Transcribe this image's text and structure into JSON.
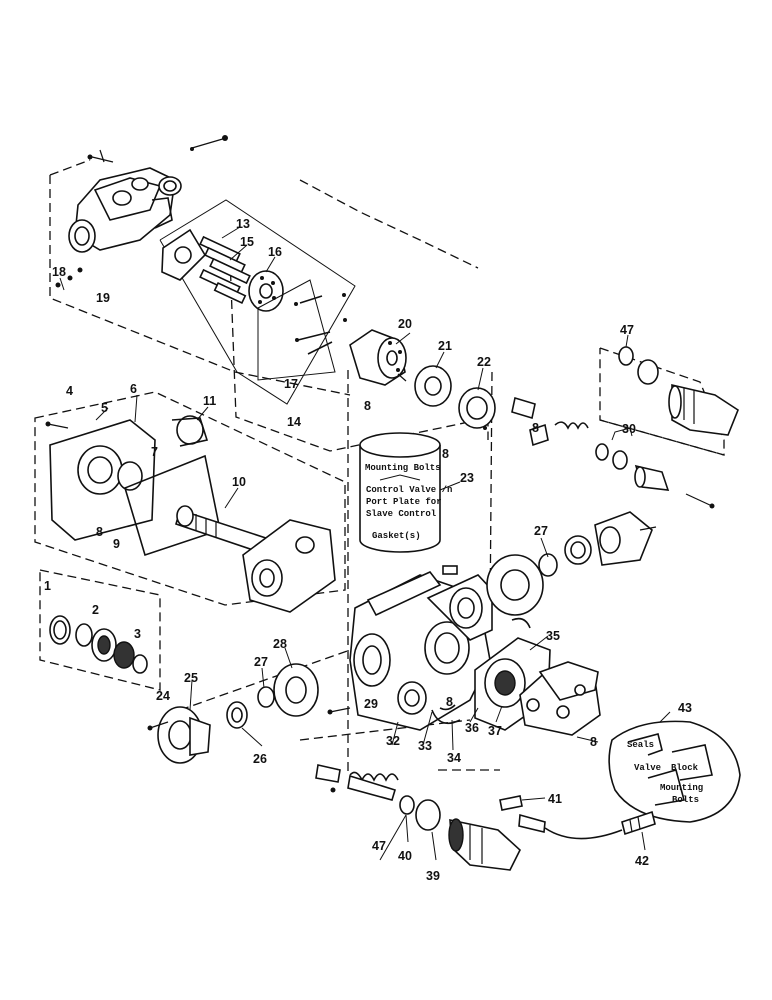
{
  "callouts": {
    "c1": "1",
    "c2": "2",
    "c3": "3",
    "c4": "4",
    "c5": "5",
    "c6": "6",
    "c7": "7",
    "c8a": "8",
    "c8b": "8",
    "c8c": "8",
    "c8d": "8",
    "c8e": "8",
    "c9": "9",
    "c10": "10",
    "c11": "11",
    "c13": "13",
    "c14": "14",
    "c15": "15",
    "c16": "16",
    "c17": "17",
    "c18": "18",
    "c19": "19",
    "c20": "20",
    "c21": "21",
    "c22": "22",
    "c23": "23",
    "c24": "24",
    "c25": "25",
    "c26": "26",
    "c27a": "27",
    "c27b": "27",
    "c28": "28",
    "c29": "29",
    "c30": "30",
    "c32": "32",
    "c33": "33",
    "c34": "34",
    "c35": "35",
    "c36": "36",
    "c37": "37",
    "c39": "39",
    "c40": "40",
    "c41": "41",
    "c42": "42",
    "c43": "43",
    "c47a": "47",
    "c47b": "47"
  },
  "kit23": {
    "line1": "Mounting Bolts",
    "line2": "Control Valve /n",
    "line3": "Port Plate for",
    "line4": "Slave Control",
    "line5": "Gasket(s)"
  },
  "kit43": {
    "seals": "Seals",
    "valve": "Valve",
    "block": "Block",
    "mounting": "Mounting",
    "bolts": "Bolts"
  }
}
